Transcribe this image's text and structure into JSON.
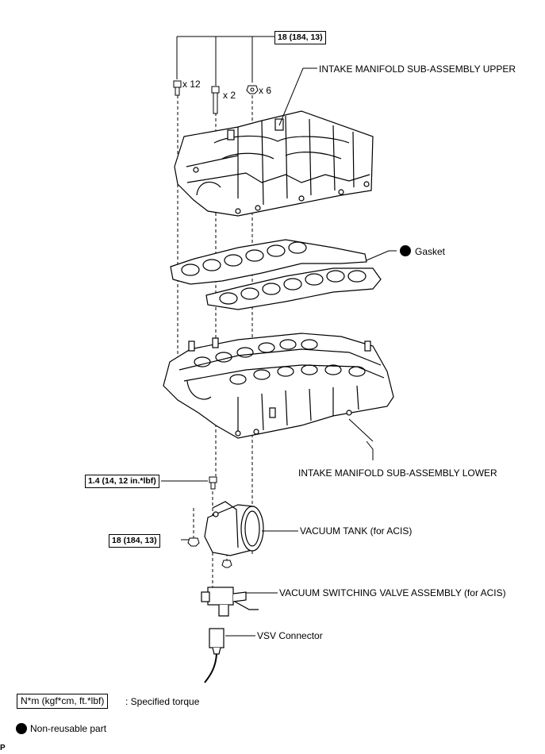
{
  "torque_top": "18 (184, 13)",
  "torque_vsv": "1.4 (14, 12 in.*lbf)",
  "torque_tank": "18 (184, 13)",
  "bolt_qty": [
    "x 12",
    "x 2",
    "x 6"
  ],
  "labels": {
    "upper": "INTAKE MANIFOLD SUB-ASSEMBLY UPPER",
    "gasket": "Gasket",
    "lower": "INTAKE MANIFOLD SUB-ASSEMBLY LOWER",
    "vacuum_tank": "VACUUM TANK (for ACIS)",
    "vsv_valve": "VACUUM SWITCHING VALVE ASSEMBLY (for ACIS)",
    "vsv_connector": "VSV Connector"
  },
  "legend": {
    "torque_unit": "N*m (kgf*cm, ft.*lbf)",
    "torque_desc": ": Specified torque",
    "nonreusable_desc": "Non-reusable part"
  },
  "corner_mark": "P"
}
